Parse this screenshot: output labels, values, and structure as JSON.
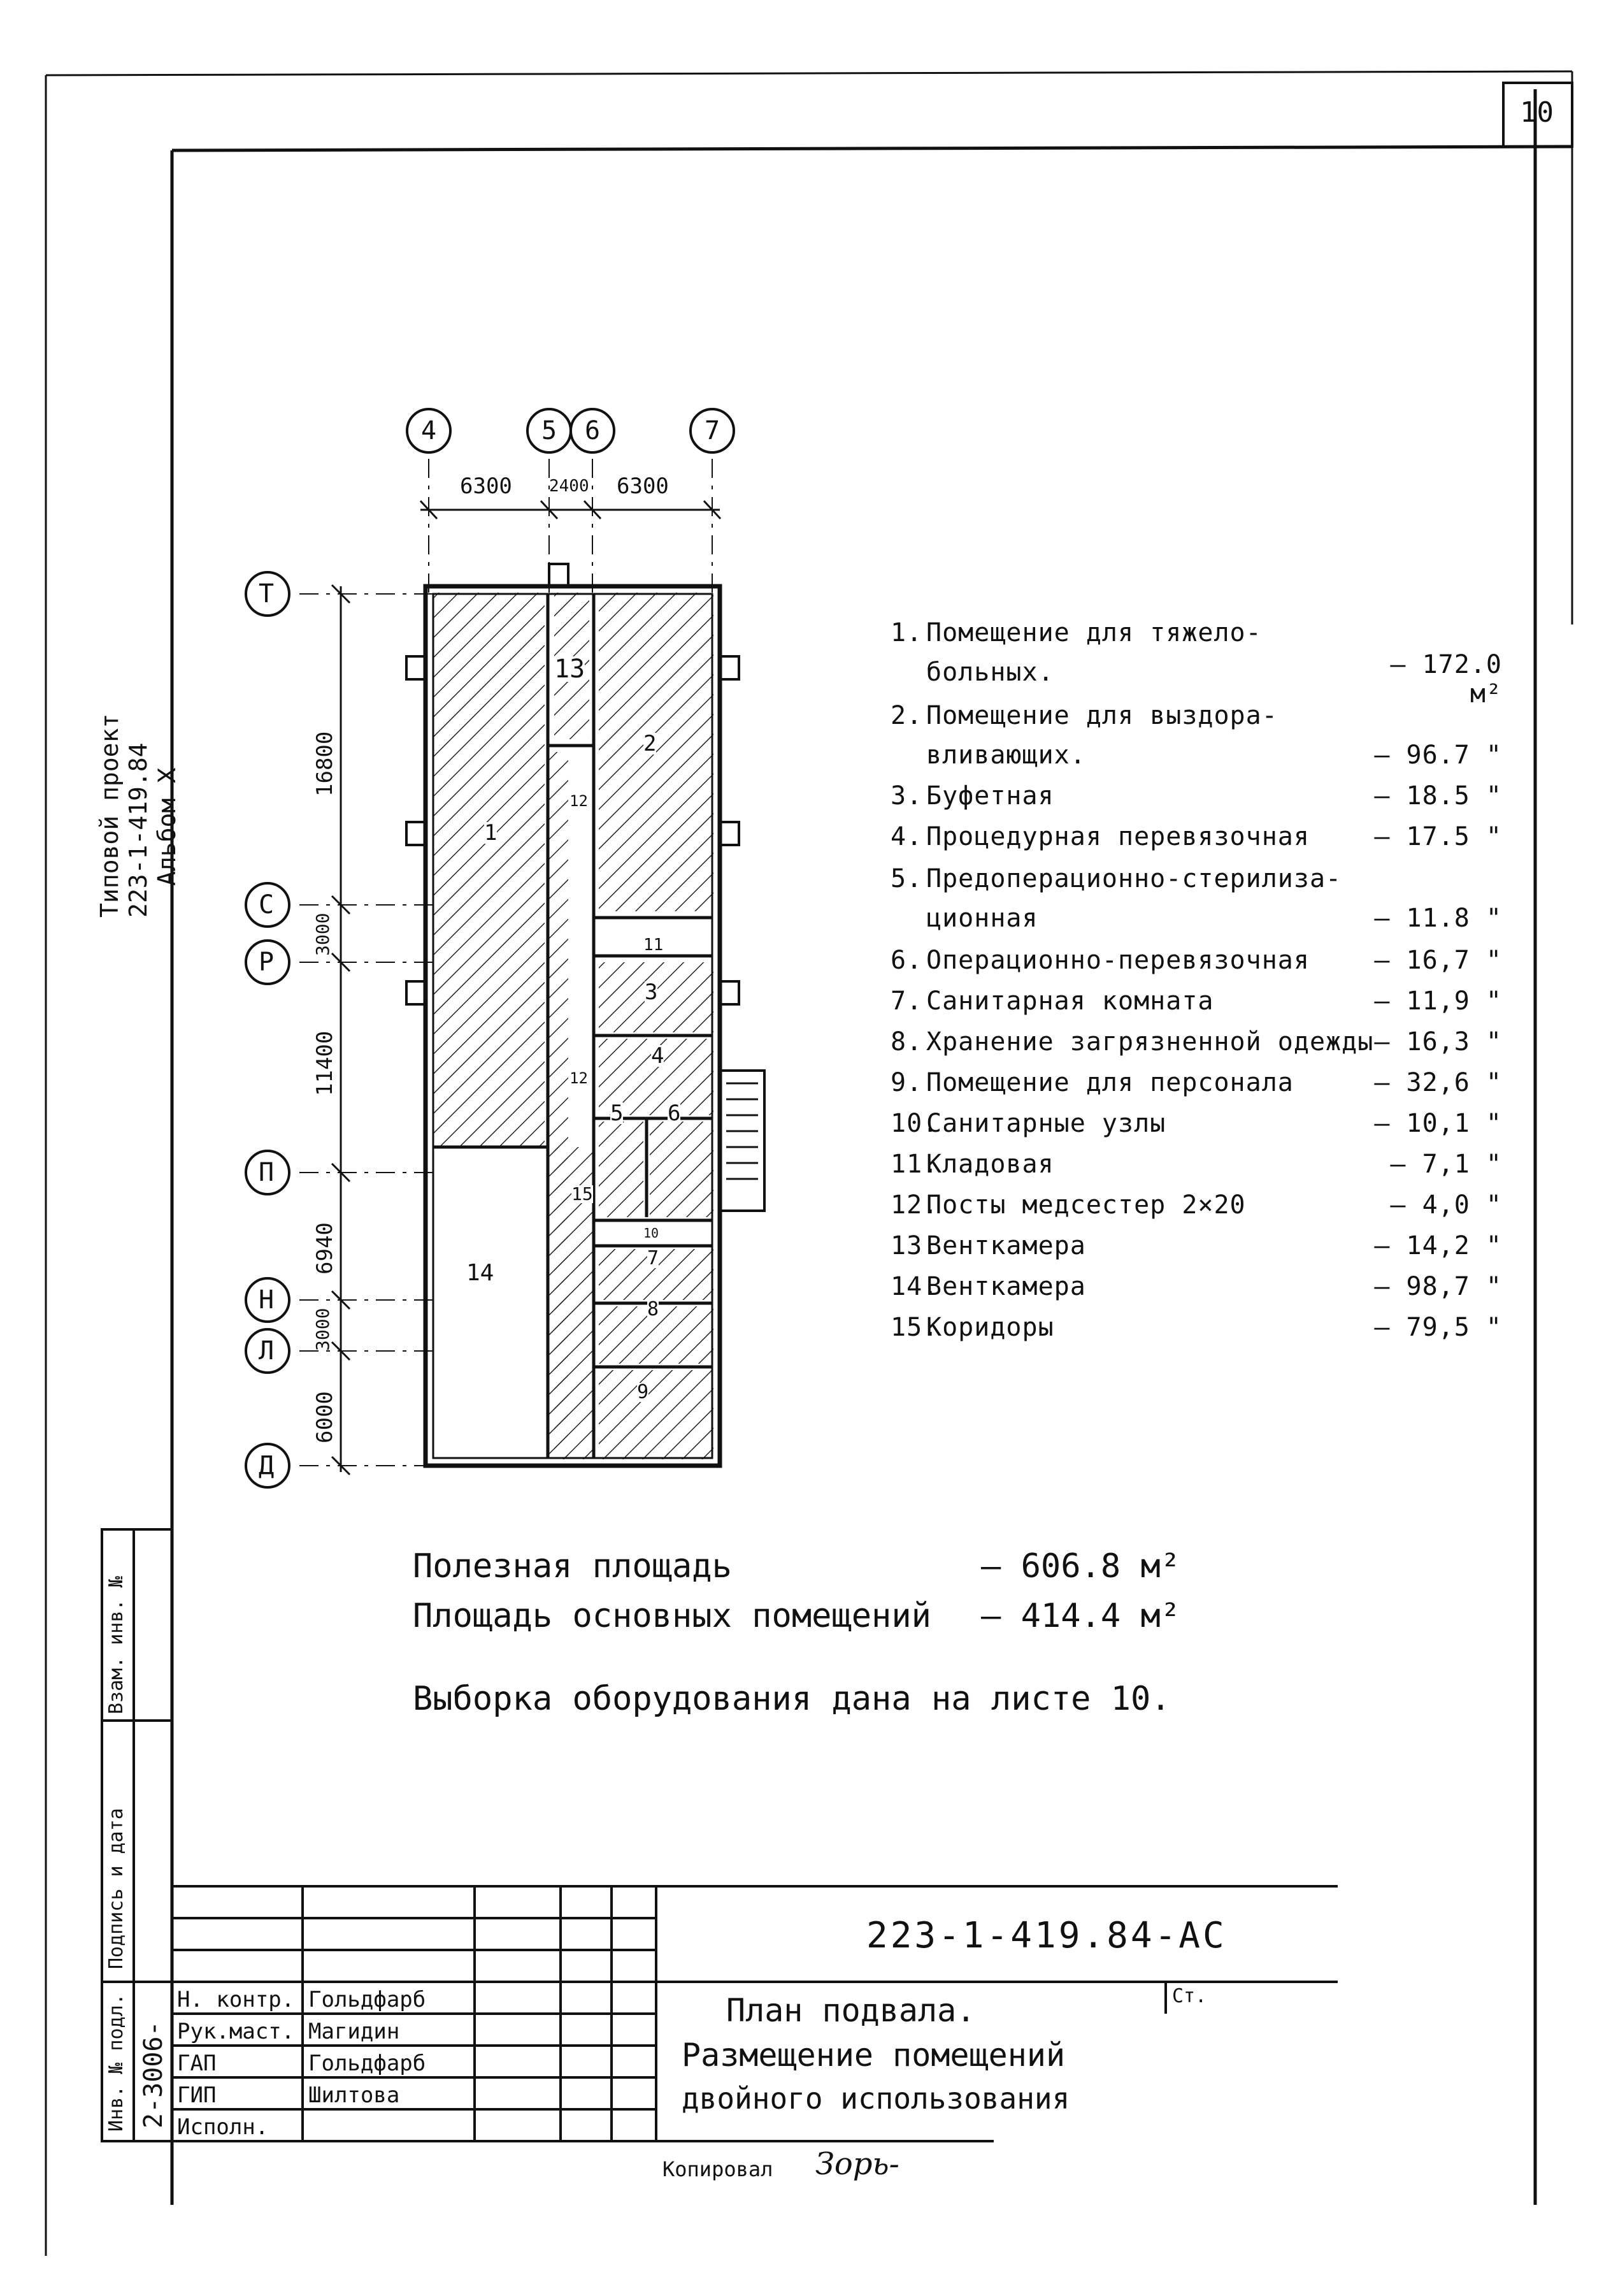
{
  "sheet_number": "10",
  "side_title": [
    "Типовой проект",
    "223-1-419.84",
    "Альбом Ⅹ"
  ],
  "axes": {
    "vertical": [
      "4",
      "5",
      "6",
      "7"
    ],
    "horizontal": [
      "Т",
      "С",
      "Р",
      "П",
      "Н",
      "Л",
      "Д"
    ]
  },
  "dimensions": {
    "top": [
      "6300",
      "2400",
      "6300"
    ],
    "left": [
      "16800",
      "3000",
      "11400",
      "6940",
      "3000",
      "6000"
    ]
  },
  "room_numbers": [
    "1",
    "2",
    "3",
    "4",
    "5",
    "6",
    "7",
    "8",
    "9",
    "10",
    "11",
    "12",
    "12",
    "13",
    "14",
    "15"
  ],
  "legend": [
    {
      "n": "1.",
      "name": "Помещение для тяжело-",
      "name2": "больных.",
      "area": "— 172.0 м²"
    },
    {
      "n": "2.",
      "name": "Помещение для выздора-",
      "name2": "вливающих.",
      "area": "— 96.7 \""
    },
    {
      "n": "3.",
      "name": "Буфетная",
      "name2": "",
      "area": "— 18.5 \""
    },
    {
      "n": "4.",
      "name": "Процедурная перевязочная",
      "name2": "",
      "area": "— 17.5 \""
    },
    {
      "n": "5.",
      "name": "Предоперационно-стерилиза-",
      "name2": "ционная",
      "area": "— 11.8 \""
    },
    {
      "n": "6.",
      "name": "Операционно-перевязочная",
      "name2": "",
      "area": "— 16,7 \""
    },
    {
      "n": "7.",
      "name": "Санитарная комната",
      "name2": "",
      "area": "— 11,9 \""
    },
    {
      "n": "8.",
      "name": "Хранение загрязненной одежды",
      "name2": "",
      "area": "— 16,3 \""
    },
    {
      "n": "9.",
      "name": "Помещение для персонала",
      "name2": "",
      "area": "— 32,6 \""
    },
    {
      "n": "10.",
      "name": "Санитарные узлы",
      "name2": "",
      "area": "— 10,1 \""
    },
    {
      "n": "11.",
      "name": "Кладовая",
      "name2": "",
      "area": "— 7,1 \""
    },
    {
      "n": "12.",
      "name": "Посты медсестер 2×20",
      "name2": "",
      "area": "— 4,0 \""
    },
    {
      "n": "13.",
      "name": "Венткамера",
      "name2": "",
      "area": "— 14,2 \""
    },
    {
      "n": "14.",
      "name": "Венткамера",
      "name2": "",
      "area": "— 98,7 \""
    },
    {
      "n": "15.",
      "name": "Коридоры",
      "name2": "",
      "area": "— 79,5 \""
    }
  ],
  "summary": {
    "useful_area_label": "Полезная площадь",
    "useful_area_value": "— 606.8 м²",
    "main_area_label": "Площадь основных помещений",
    "main_area_value": "— 414.4 м²",
    "note": "Выборка оборудования дана на листе 10."
  },
  "stamp": {
    "code": "223-1-419.84-АС",
    "title_lines": [
      "План подвала.",
      "Размещение помещений",
      "двойного использования"
    ],
    "sheet_label": "Ст.",
    "roles": [
      "Н. контр.",
      "Рук.маст.",
      "ГАП",
      "ГИП",
      "Исполн."
    ],
    "names": [
      "Гольдфарб",
      "Магидин",
      "Гольдфарб",
      "Шилтова",
      ""
    ],
    "inv_number": "2-3006-",
    "left_labels": [
      "Инв. № подл.",
      "Подпись и дата",
      "Взам. инв. №"
    ]
  },
  "copied_by": "Копировал",
  "copied_signature": "Зорь-"
}
